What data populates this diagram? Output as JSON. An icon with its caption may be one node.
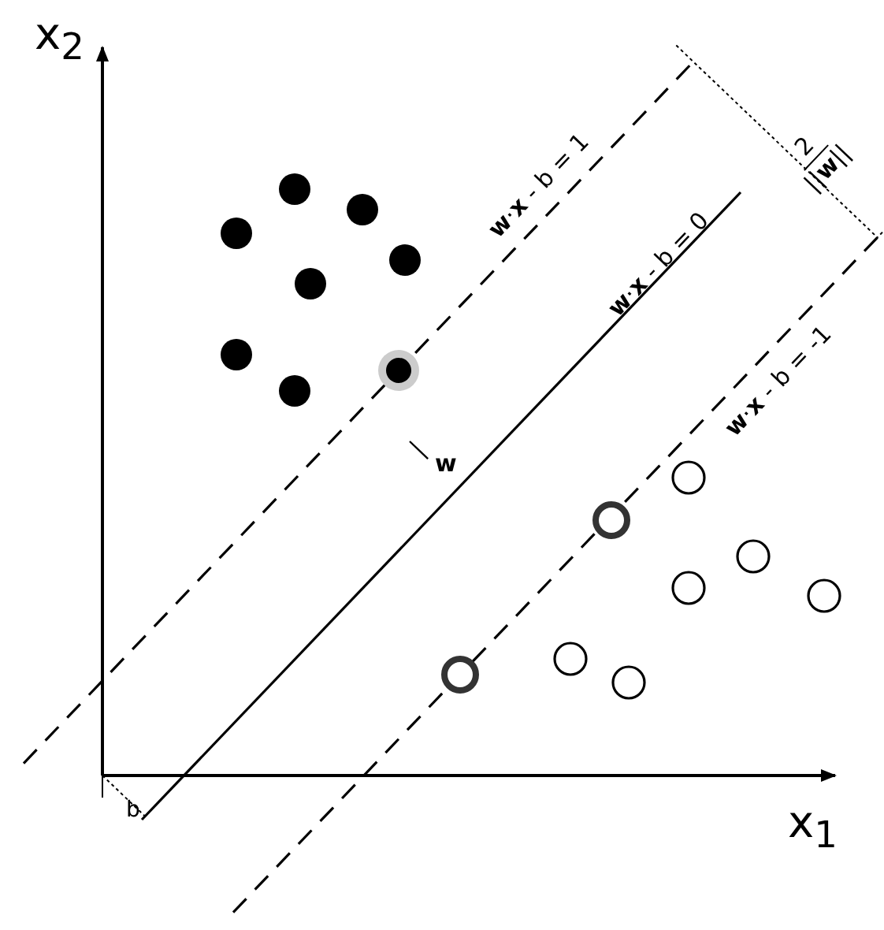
{
  "diagram": {
    "labels": [
      "x$_{2}$",
      "**w**·**x** - b = 1",
      "2",
      "||**w**||",
      "**w**·**x** - b = 0",
      "**w**·**x** - b = -1",
      "**w**",
      "b",
      "x$_{1}$"
    ]
  }
}
